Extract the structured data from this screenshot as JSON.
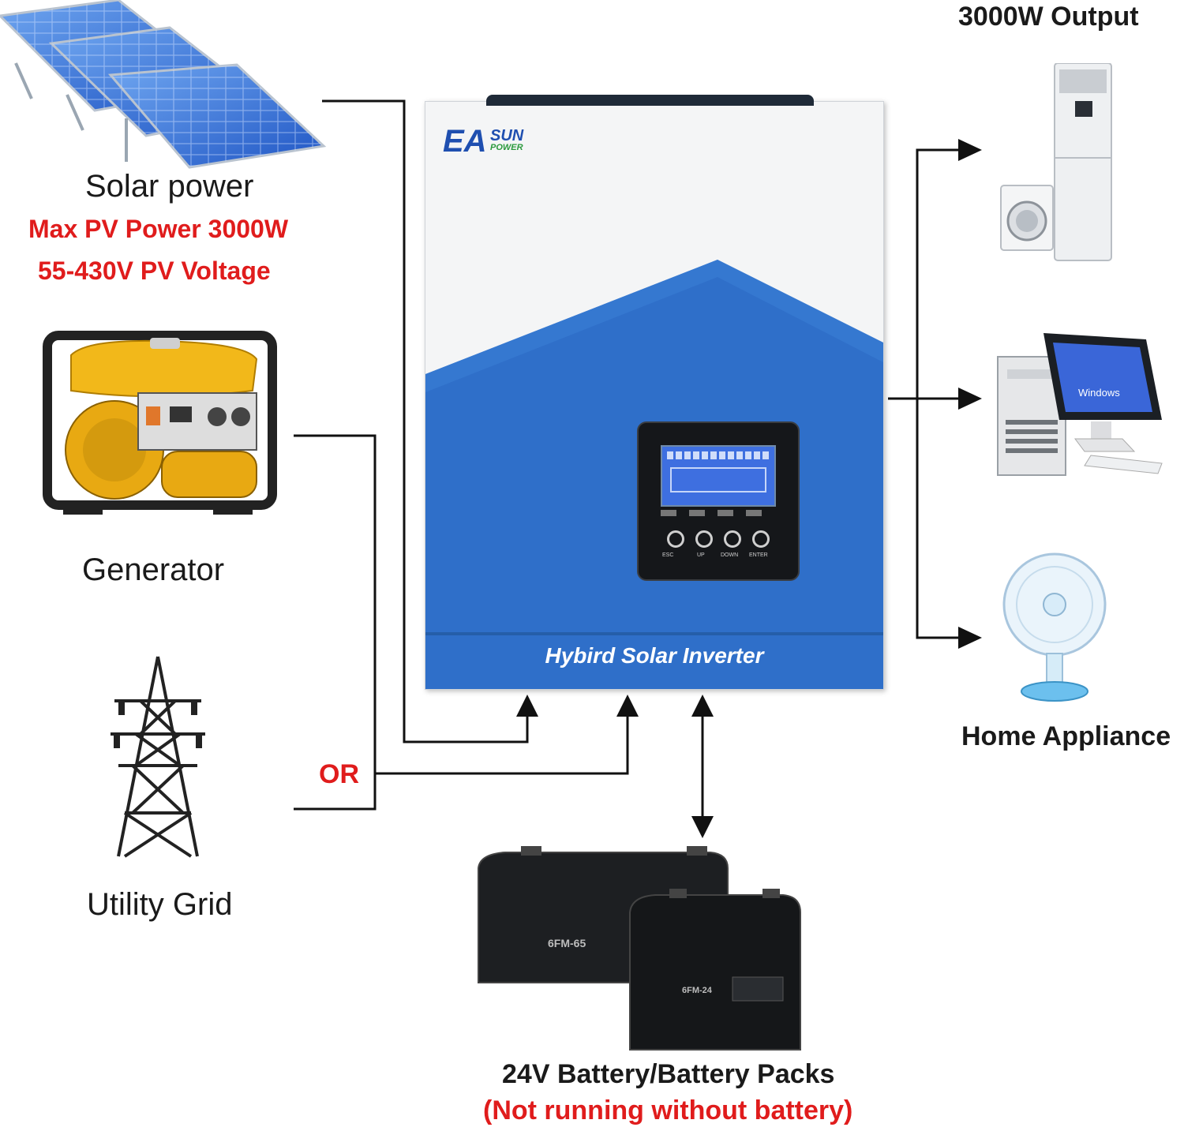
{
  "colors": {
    "accent_red": "#e01c1c",
    "inverter_blue": "#2f6fc9",
    "inverter_white": "#f4f5f6",
    "line": "#111111"
  },
  "sources": {
    "solar": {
      "icon": "solar-panels-icon",
      "label": "Solar power",
      "spec_1": "Max PV Power 3000W",
      "spec_2": "55-430V PV Voltage"
    },
    "generator": {
      "icon": "generator-icon",
      "label": "Generator"
    },
    "or_label": "OR",
    "grid": {
      "icon": "power-tower-icon",
      "label": "Utility Grid"
    }
  },
  "inverter": {
    "brand_main": "EA",
    "brand_sun": "SUN",
    "brand_power": "POWER",
    "product_name": "Hybird Solar Inverter",
    "buttons": [
      "ESC",
      "UP",
      "DOWN",
      "ENTER"
    ]
  },
  "outputs": {
    "title": "3000W Output",
    "items": [
      {
        "icon": "air-conditioner-washer-icon"
      },
      {
        "icon": "desktop-computer-icon",
        "screen_text": "Windows"
      },
      {
        "icon": "desk-fan-icon"
      }
    ],
    "label": "Home Appliance"
  },
  "battery": {
    "icon": "battery-pack-icon",
    "model_1": "6FM-65",
    "model_2": "6FM-24",
    "label": "24V Battery/Battery Packs",
    "note": "(Not running without battery)"
  }
}
